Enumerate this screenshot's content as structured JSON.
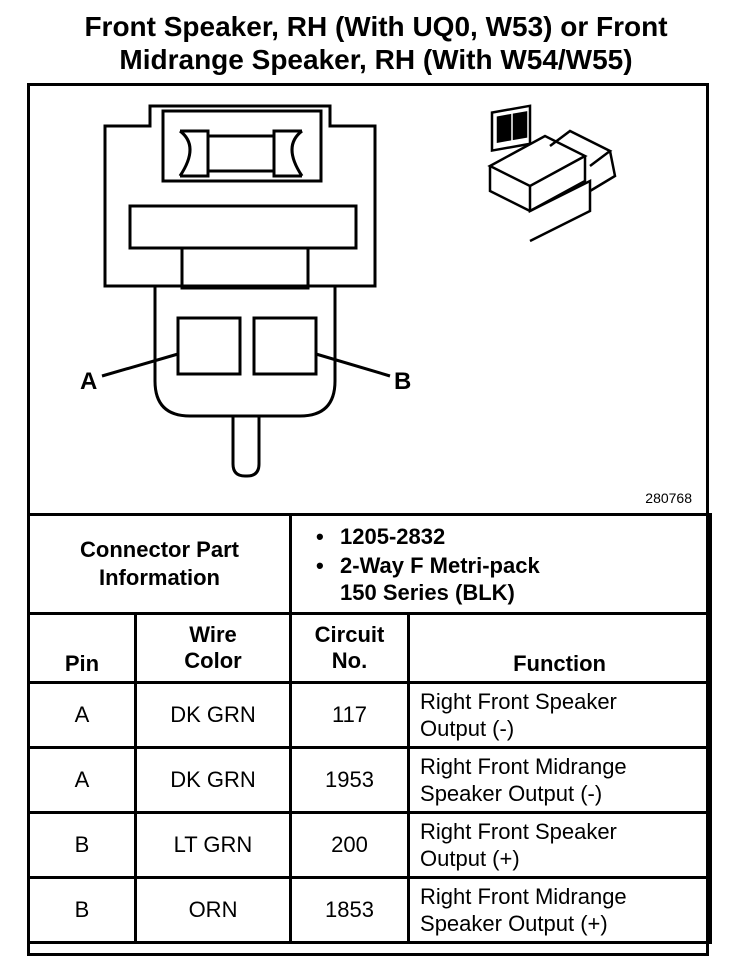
{
  "title": {
    "line1": "Front Speaker, RH (With UQ0, W53) or Front",
    "line2": "Midrange Speaker, RH (With W54/W55)"
  },
  "figure": {
    "pin_a_label": "A",
    "pin_b_label": "B",
    "figure_id": "280768"
  },
  "connector": {
    "label_line1": "Connector Part",
    "label_line2": "Information",
    "info": [
      "1205-2832",
      "2-Way F Metri-pack",
      "150 Series (BLK)"
    ]
  },
  "table": {
    "headers": {
      "pin": "Pin",
      "wire_color_line1": "Wire",
      "wire_color_line2": "Color",
      "circuit_line1": "Circuit",
      "circuit_line2": "No.",
      "function": "Function"
    },
    "rows": [
      {
        "pin": "A",
        "wire_color": "DK GRN",
        "circuit": "117",
        "function_line1": "Right Front Speaker",
        "function_line2": "Output (-)"
      },
      {
        "pin": "A",
        "wire_color": "DK GRN",
        "circuit": "1953",
        "function_line1": "Right Front Midrange",
        "function_line2": "Speaker Output (-)"
      },
      {
        "pin": "B",
        "wire_color": "LT GRN",
        "circuit": "200",
        "function_line1": "Right Front Speaker",
        "function_line2": "Output (+)"
      },
      {
        "pin": "B",
        "wire_color": "ORN",
        "circuit": "1853",
        "function_line1": "Right Front Midrange",
        "function_line2": "Speaker Output (+)"
      }
    ]
  }
}
